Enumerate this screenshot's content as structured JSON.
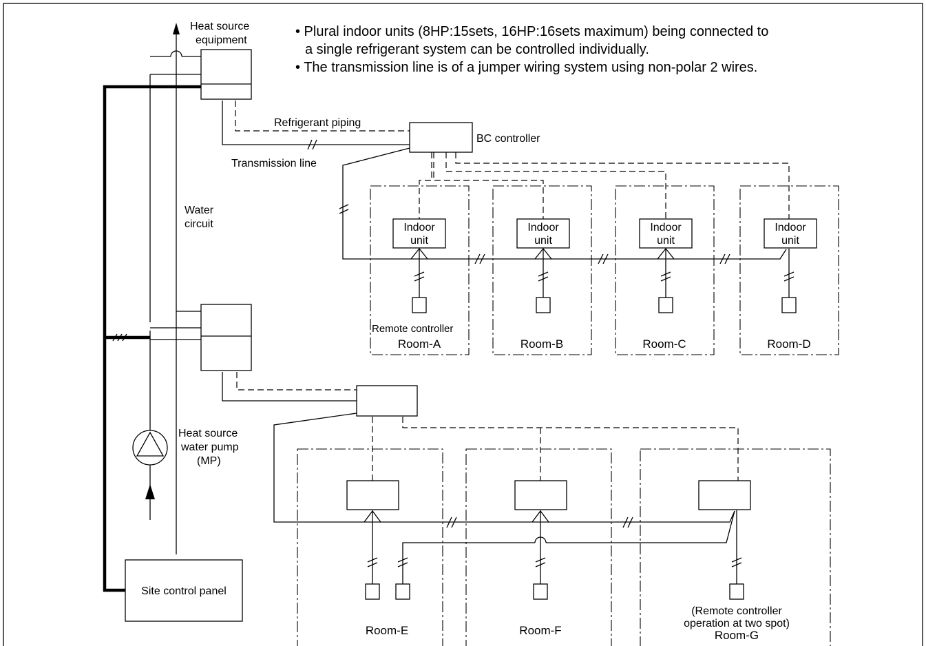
{
  "notes": {
    "line1": "• Plural indoor units (8HP:15sets, 16HP:16sets maximum) being connected to",
    "line2": "a single refrigerant system can be controlled individually.",
    "line3": "• The transmission line is of a jumper wiring system using non-polar 2 wires."
  },
  "labels": {
    "heat_source_1": "Heat source",
    "heat_source_2": "equipment",
    "refrigerant_piping": "Refrigerant piping",
    "transmission_line": "Transmission line",
    "bc_controller": "BC controller",
    "water_1": "Water",
    "water_2": "circuit",
    "pump_1": "Heat source",
    "pump_2": "water pump",
    "pump_3": "(MP)",
    "site_control_panel": "Site control panel",
    "remote_controller": "Remote controller",
    "indoor_1": "Indoor",
    "indoor_2": "unit",
    "remote_two_spot_1": "(Remote controller",
    "remote_two_spot_2": "operation at two spot)"
  },
  "rooms": {
    "a": "Room-A",
    "b": "Room-B",
    "c": "Room-C",
    "d": "Room-D",
    "e": "Room-E",
    "f": "Room-F",
    "g": "Room-G"
  }
}
